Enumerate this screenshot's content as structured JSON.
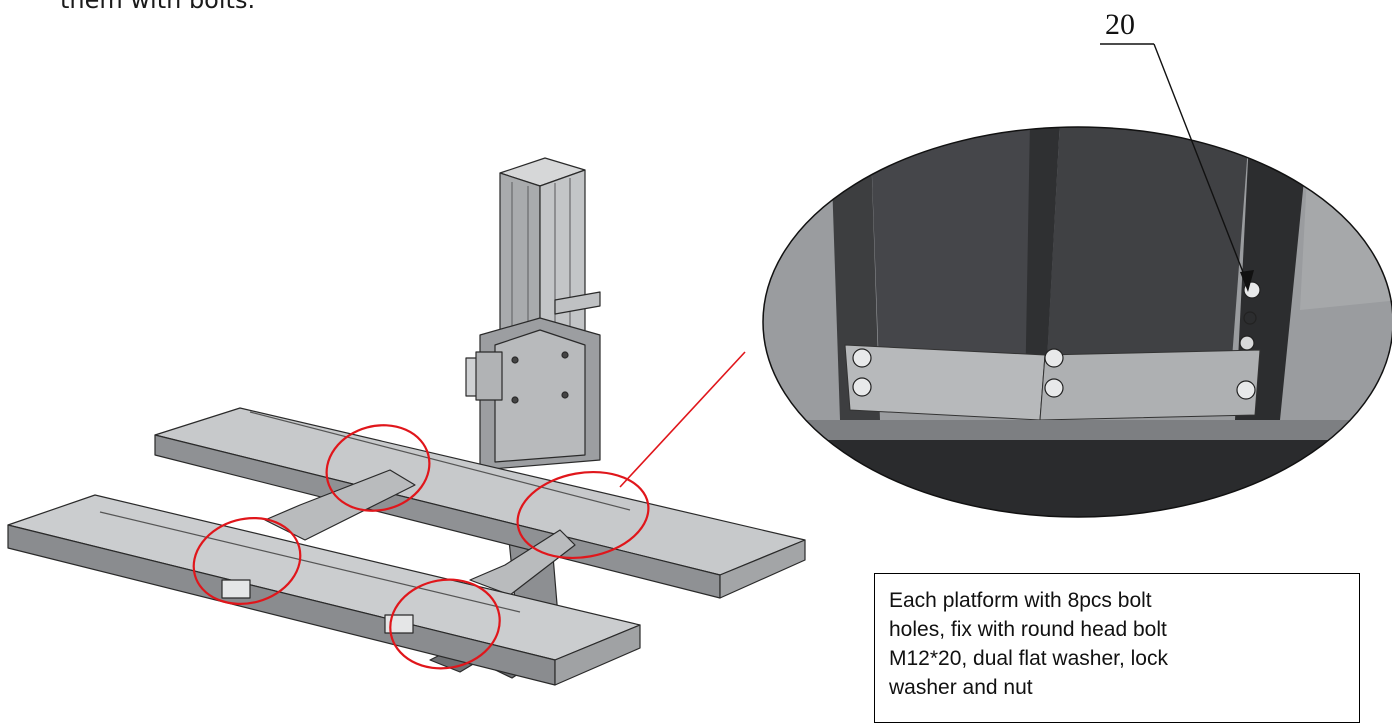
{
  "header": {
    "fragment_text": "them with bolts."
  },
  "detail_view": {
    "callout_number": "20"
  },
  "note": {
    "lines": [
      "Each platform with 8pcs bolt",
      "holes, fix with round head bolt",
      "M12*20, dual flat washer, lock",
      "washer and nut"
    ]
  },
  "colors": {
    "highlight_circles": "#e0161b",
    "leader_line": "#e0161b",
    "steel_light": "#b4b6b8",
    "steel_mid": "#8f9194",
    "steel_dark": "#4a4b4d",
    "detail_panel": "#3b3c3e"
  }
}
